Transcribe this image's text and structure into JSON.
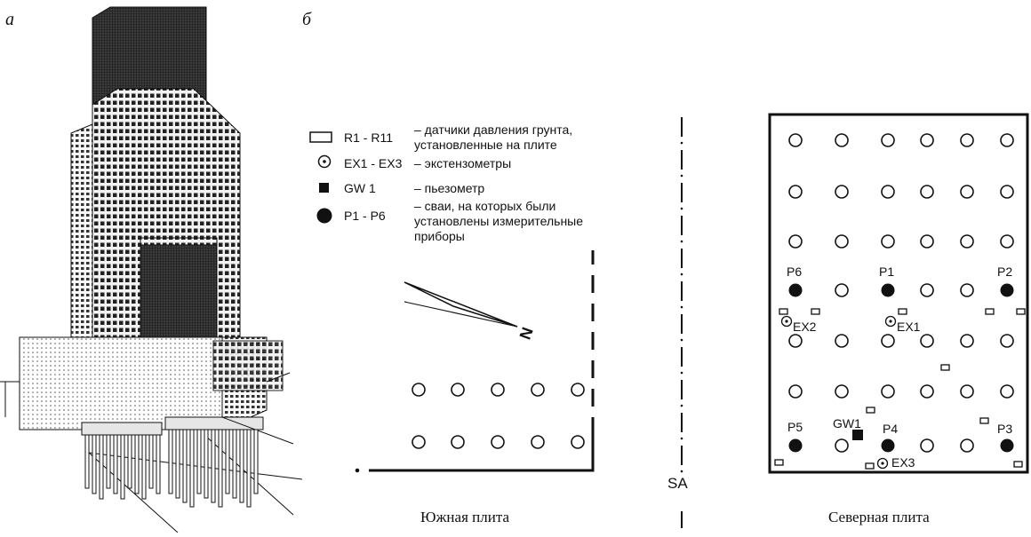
{
  "panels": {
    "a_label": "а",
    "b_label": "б"
  },
  "legend": [
    {
      "symbol": "rect-sensor-icon",
      "code": "R1 - R11",
      "desc_line1": "– датчики давления грунта,",
      "desc_line2": "установленные на плите",
      "desc_line3": ""
    },
    {
      "symbol": "dot-circle-icon",
      "code": "EX1 - EX3",
      "desc_line1": "– экстензометры",
      "desc_line2": "",
      "desc_line3": ""
    },
    {
      "symbol": "filled-square-icon",
      "code": "GW 1",
      "desc_line1": "– пьезометр",
      "desc_line2": "",
      "desc_line3": ""
    },
    {
      "symbol": "filled-circle-icon",
      "code": "P1 - P6",
      "desc_line1": "– сваи, на которых были",
      "desc_line2": "установлены измерительные",
      "desc_line3": "приборы"
    }
  ],
  "north_label": "N",
  "axis_label": "SA",
  "captions": {
    "south": "Южная плита",
    "north": "Северная плита"
  },
  "north_plate": {
    "piles": [
      "P1",
      "P2",
      "P3",
      "P4",
      "P5",
      "P6"
    ],
    "extensometers": [
      "EX1",
      "EX2",
      "EX3"
    ],
    "piezometer": "GW1"
  },
  "colors": {
    "ink": "#111111",
    "background": "#ffffff"
  }
}
